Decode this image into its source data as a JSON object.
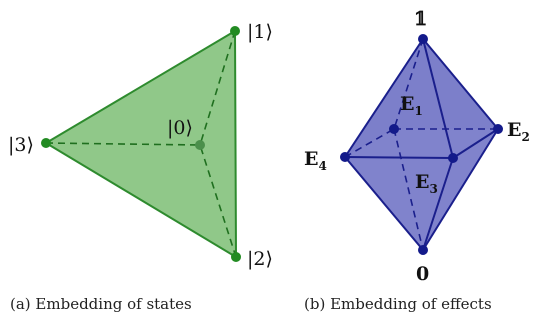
{
  "states_panel": {
    "labels": {
      "ket0": "|0⟩",
      "ket1": "|1⟩",
      "ket2": "|2⟩",
      "ket3": "|3⟩"
    },
    "fill_color": "#7dbe74",
    "edge_color": "#2e8b2e",
    "vertex_color": "#228b22",
    "caption": "(a) Embedding of states"
  },
  "effects_panel": {
    "labels": {
      "unit": "𝟙",
      "zero": "0",
      "e1": {
        "base": "E",
        "sub": "1"
      },
      "e2": {
        "base": "E",
        "sub": "2"
      },
      "e3": {
        "base": "E",
        "sub": "3"
      },
      "e4": {
        "base": "E",
        "sub": "4"
      }
    },
    "fill_color": "#6f72c4",
    "edge_color": "#1a1f8c",
    "vertex_color": "#131a8a",
    "caption": "(b) Embedding of effects"
  }
}
